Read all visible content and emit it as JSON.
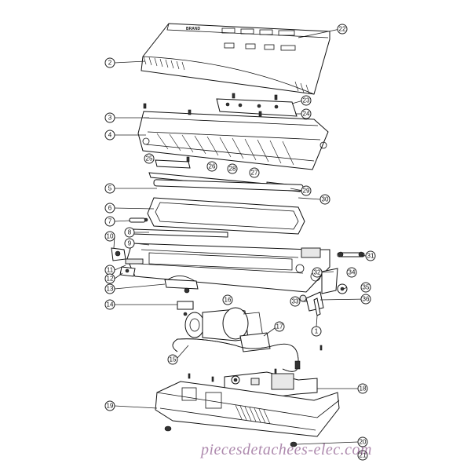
{
  "diagram": {
    "brand_label": "BRAND",
    "watermark": "piecesdetachees-elec.com",
    "highlight_color": "#e0202a",
    "line_color": "#111111",
    "callouts": [
      {
        "id": "c22",
        "label": "22"
      },
      {
        "id": "c2",
        "label": "2"
      },
      {
        "id": "c23",
        "label": "23"
      },
      {
        "id": "c3",
        "label": "3"
      },
      {
        "id": "c24",
        "label": "24"
      },
      {
        "id": "c4",
        "label": "4"
      },
      {
        "id": "c25",
        "label": "25"
      },
      {
        "id": "c26",
        "label": "26"
      },
      {
        "id": "c28",
        "label": "28"
      },
      {
        "id": "c27",
        "label": "27"
      },
      {
        "id": "c5",
        "label": "5"
      },
      {
        "id": "c29",
        "label": "29"
      },
      {
        "id": "c30",
        "label": "30"
      },
      {
        "id": "c6",
        "label": "6"
      },
      {
        "id": "c7",
        "label": "7"
      },
      {
        "id": "c8",
        "label": "8"
      },
      {
        "id": "c9",
        "label": "9"
      },
      {
        "id": "c10",
        "label": "10"
      },
      {
        "id": "c31",
        "label": "31"
      },
      {
        "id": "c11",
        "label": "11"
      },
      {
        "id": "c32",
        "label": "32"
      },
      {
        "id": "c34",
        "label": "34"
      },
      {
        "id": "c12",
        "label": "12"
      },
      {
        "id": "c35",
        "label": "35"
      },
      {
        "id": "c13",
        "label": "13"
      },
      {
        "id": "c33",
        "label": "33"
      },
      {
        "id": "c36",
        "label": "36"
      },
      {
        "id": "c14",
        "label": "14"
      },
      {
        "id": "c16",
        "label": "16"
      },
      {
        "id": "c1",
        "label": "1"
      },
      {
        "id": "c17",
        "label": "17"
      },
      {
        "id": "c15",
        "label": "15"
      },
      {
        "id": "c18",
        "label": "18"
      },
      {
        "id": "c19",
        "label": "19"
      },
      {
        "id": "c20",
        "label": "20"
      },
      {
        "id": "c21",
        "label": "21"
      }
    ]
  }
}
